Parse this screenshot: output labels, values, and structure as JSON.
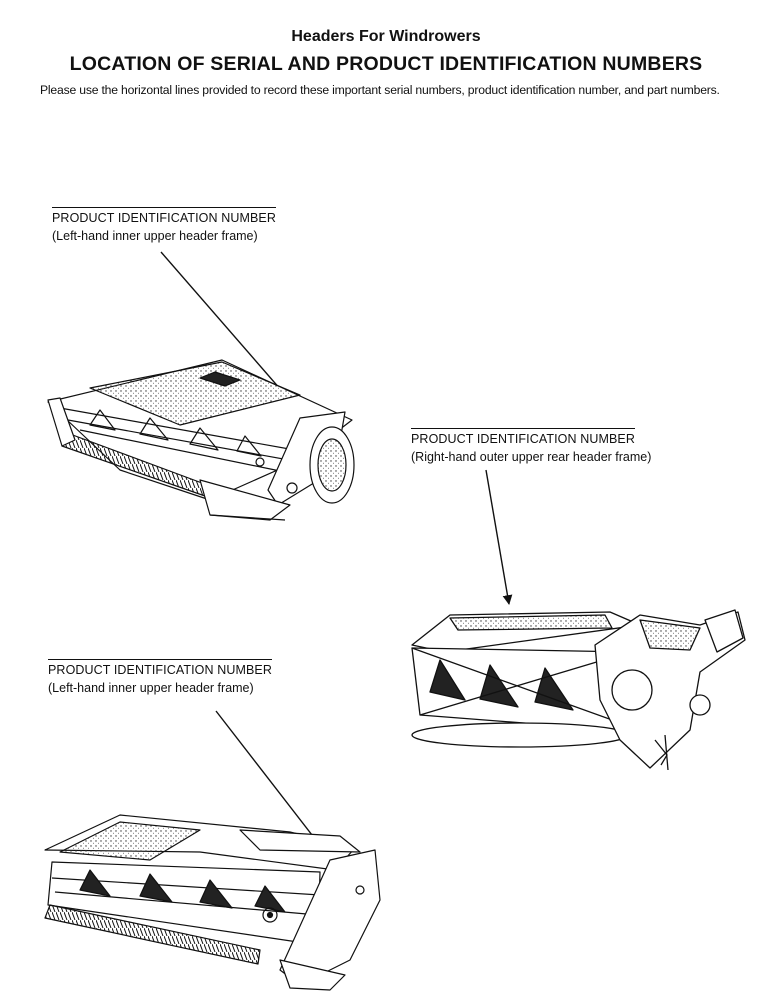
{
  "header": {
    "supertitle": "Headers For Windrowers",
    "title": "LOCATION OF SERIAL AND PRODUCT IDENTIFICATION NUMBERS",
    "intro": "Please use the horizontal lines provided to record these important serial numbers, product identification number, and part numbers."
  },
  "callouts": [
    {
      "label": "PRODUCT IDENTIFICATION NUMBER",
      "location": "(Left-hand inner upper header frame)"
    },
    {
      "label": "PRODUCT IDENTIFICATION NUMBER",
      "location": "(Right-hand outer upper rear header frame)"
    },
    {
      "label": "PRODUCT IDENTIFICATION NUMBER",
      "location": "(Left-hand inner upper header frame)"
    }
  ],
  "illustrations": [
    {
      "name": "header-illustration-top-left"
    },
    {
      "name": "header-illustration-right"
    },
    {
      "name": "header-illustration-bottom-left"
    }
  ]
}
